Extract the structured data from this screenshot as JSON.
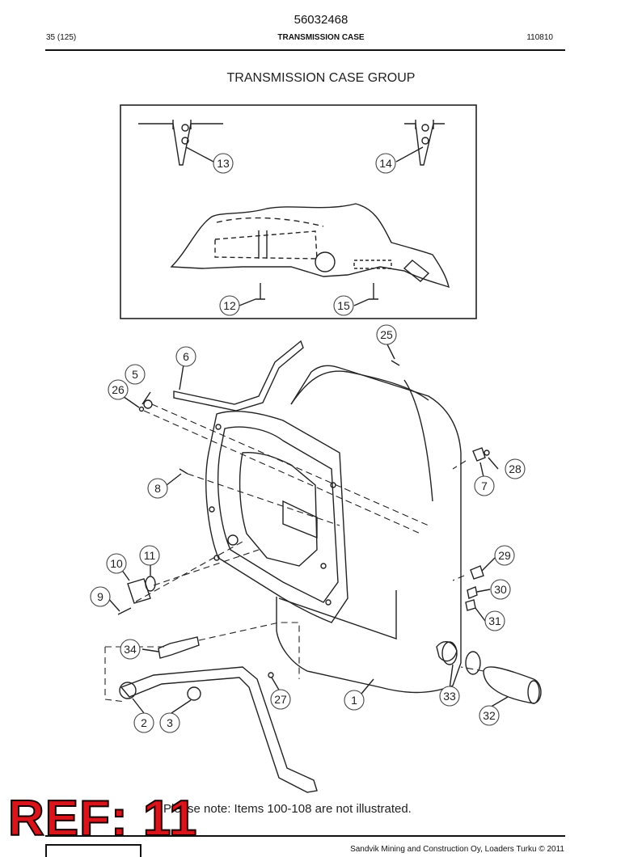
{
  "header": {
    "doc_number": "56032468",
    "page": "35 (125)",
    "section": "TRANSMISSION CASE",
    "date_code": "110810"
  },
  "diagram": {
    "title": "TRANSMISSION CASE GROUP",
    "callouts": [
      "13",
      "14",
      "12",
      "15",
      "25",
      "6",
      "5",
      "26",
      "28",
      "7",
      "8",
      "11",
      "10",
      "29",
      "30",
      "9",
      "31",
      "34",
      "27",
      "1",
      "33",
      "32",
      "2",
      "3"
    ]
  },
  "note": "Please note: Items 100-108 are not illustrated.",
  "ref_stamp": "REF: 11",
  "footer": {
    "text": "Sandvik Mining and Construction Oy, Loaders Turku © 2011"
  }
}
